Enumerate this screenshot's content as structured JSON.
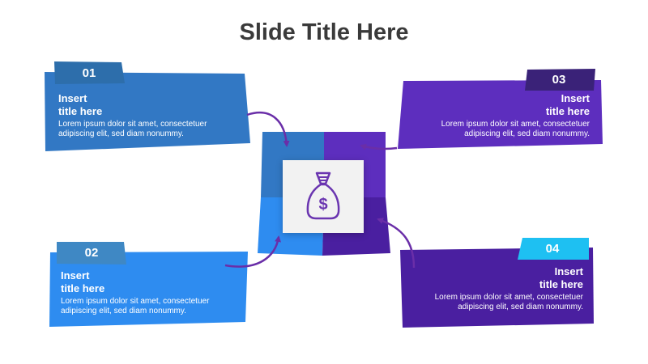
{
  "slide": {
    "title": "Slide Title Here"
  },
  "colors": {
    "blue_dark": "#3278c4",
    "blue_light": "#2e8cf0",
    "purple": "#5d2ebe",
    "purple_dark": "#4a1fa0",
    "tab1": "#2d6eab",
    "tab2": "#3f88c4",
    "tab3": "#3a2278",
    "tab4": "#1ec0f2",
    "arrow": "#6a2ea8",
    "icon": "#6a35b0"
  },
  "center_icon": {
    "name": "money-bag-icon",
    "symbol": "$"
  },
  "cards": [
    {
      "number": "01",
      "title_line1": "Insert",
      "title_line2": "title here",
      "body_line1": "Lorem ipsum dolor sit amet, consectetuer",
      "body_line2": "adipiscing elit, sed diam nonummy."
    },
    {
      "number": "02",
      "title_line1": "Insert",
      "title_line2": "title here",
      "body_line1": "Lorem ipsum dolor sit amet, consectetuer",
      "body_line2": "adipiscing elit, sed diam nonummy."
    },
    {
      "number": "03",
      "title_line1": "Insert",
      "title_line2": "title here",
      "body_line1": "Lorem ipsum dolor sit amet, consectetuer",
      "body_line2": "adipiscing elit, sed diam nonummy."
    },
    {
      "number": "04",
      "title_line1": "Insert",
      "title_line2": "title here",
      "body_line1": "Lorem ipsum dolor sit amet, consectetuer",
      "body_line2": "adipiscing elit, sed diam nonummy."
    }
  ]
}
